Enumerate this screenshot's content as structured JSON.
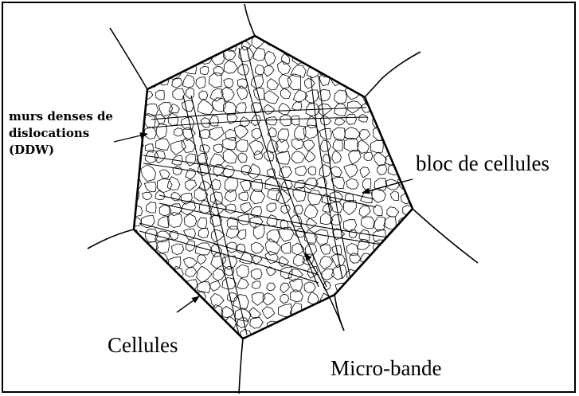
{
  "labels": {
    "ddw_line1": "murs denses de",
    "ddw_line2": "dislocations",
    "ddw_line3": "(DDW)",
    "cell_block": "bloc de cellules",
    "cells": "Cellules",
    "micro_band": "Micro-bande"
  },
  "colors": {
    "ink": "#000000",
    "background": "#ffffff"
  }
}
